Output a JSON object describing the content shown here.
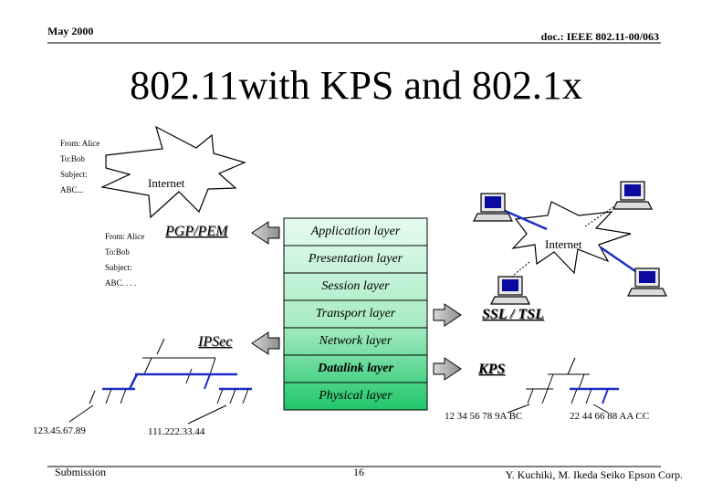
{
  "header": {
    "date": "May 2000",
    "doc": "doc.: IEEE 802.11-00/063"
  },
  "title": "802.11with KPS and 802.1x",
  "email_top": {
    "from": "From: Alice",
    "to": "To:Bob",
    "subject": "Subject:",
    "body": "ABC..."
  },
  "email_mid": {
    "from": "From: Alice",
    "to": "To:Bob",
    "subject": "Subject:",
    "body": "ABC. . . ."
  },
  "internet_left": "Internet",
  "internet_right": "Internet",
  "layers": [
    "Application layer",
    "Presentation layer",
    "Session layer",
    "Transport layer",
    "Network layer",
    "Datalink layer",
    "Physical layer"
  ],
  "protocols": {
    "pgp": "PGP/PEM",
    "ipsec": "IPSec",
    "ssl": "SSL / TSL",
    "kps": "KPS"
  },
  "addresses": {
    "ip1": "123.45.67.89",
    "ip2": "111.222.33.44",
    "mac1": "12 34 56 78 9A BC",
    "mac2": "22 44 66 88 AA CC"
  },
  "footer": {
    "left": "Submission",
    "page": "16",
    "right": "Y. Kuchiki, M. Ikeda Seiko Epson Corp."
  },
  "colors": {
    "layer_top": "#e6fbef",
    "layer_bottom": "#1fc66a",
    "network_line": "#1a2dc8",
    "arrow_fill": "#a8a8a8",
    "screen": "#0a0aa0"
  }
}
